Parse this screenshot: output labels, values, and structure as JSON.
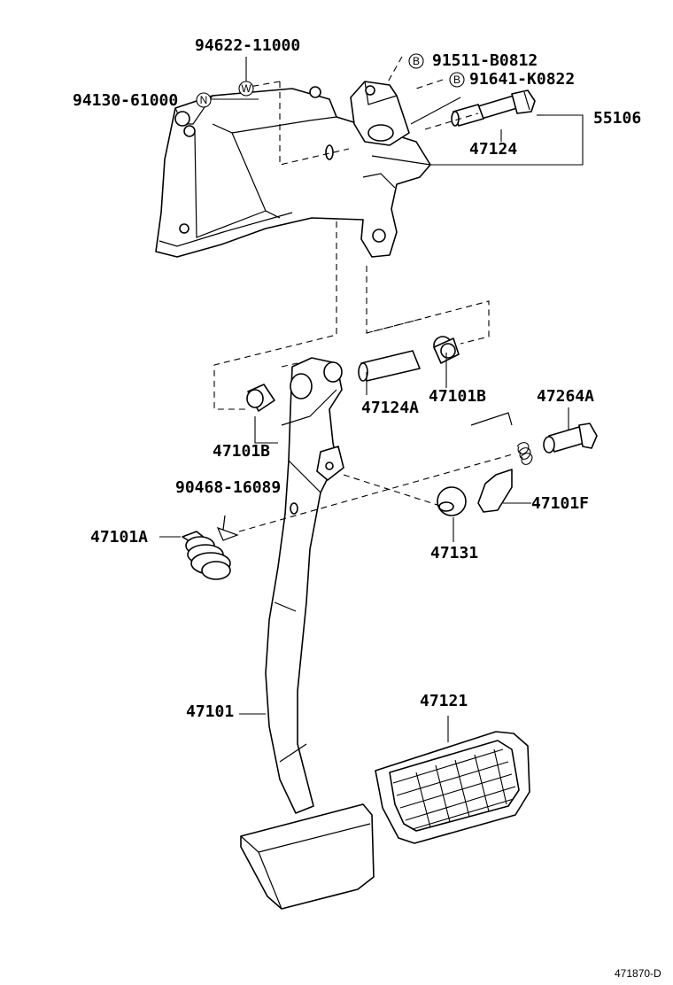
{
  "diagram": {
    "labels": {
      "p94622": "94622-11000",
      "p94130": "94130-61000",
      "p91511": "91511-B0812",
      "p91641": "91641-K0822",
      "p55106": "55106",
      "p47124": "47124",
      "p47124A": "47124A",
      "p47101B_right": "47101B",
      "p47264A": "47264A",
      "p47101B_left": "47101B",
      "p90468": "90468-16089",
      "p47101A": "47101A",
      "p47101F": "47101F",
      "p47131": "47131",
      "p47101": "47101",
      "p47121": "47121"
    },
    "markers": {
      "n": "N",
      "w": "W",
      "b1": "B",
      "b2": "B"
    },
    "footer_code": "471870-D"
  }
}
